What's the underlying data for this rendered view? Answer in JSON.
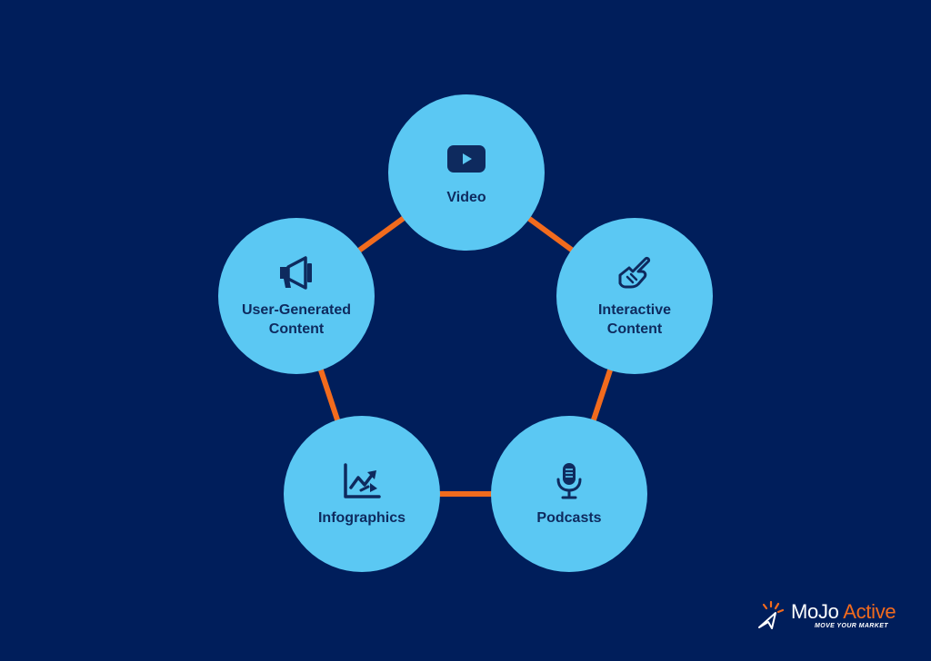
{
  "colors": {
    "background": "#001e5b",
    "node_fill": "#5bc8f3",
    "node_text": "#0e2a5e",
    "connector": "#f26b1d",
    "brand_accent": "#f26b1d"
  },
  "nodes": [
    {
      "label": "Video",
      "icon": "youtube-play-icon"
    },
    {
      "label": "Interactive\nContent",
      "icon": "pointing-hand-icon"
    },
    {
      "label": "Podcasts",
      "icon": "microphone-icon"
    },
    {
      "label": "Infographics",
      "icon": "chart-trend-icon"
    },
    {
      "label": "User-Generated\nContent",
      "icon": "megaphone-icon"
    }
  ],
  "logo": {
    "brand_first": "MoJo",
    "brand_second": "Active",
    "tagline": "MOVE YOUR MARKET"
  }
}
